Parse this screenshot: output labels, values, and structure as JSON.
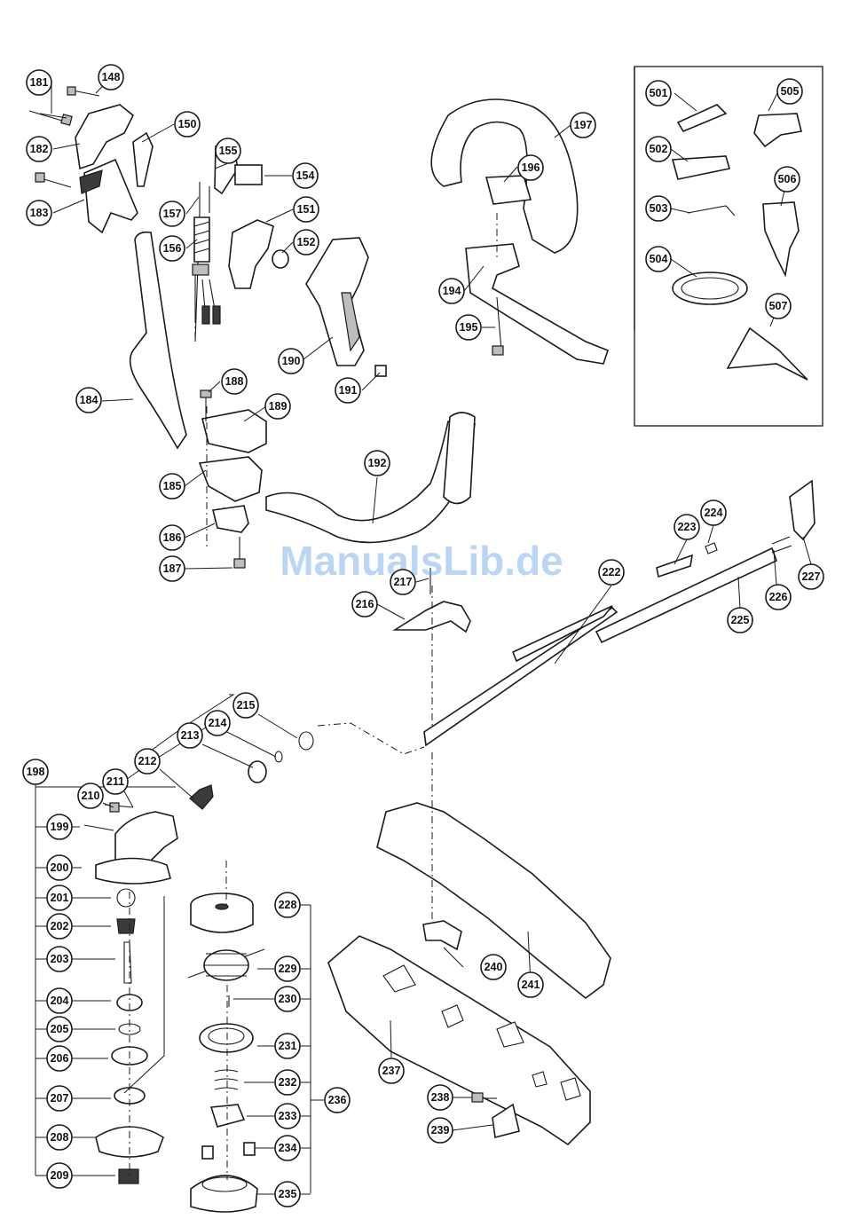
{
  "watermark": "ManualsLib.de",
  "callouts": [
    {
      "id": "181",
      "label": "181"
    },
    {
      "id": "148",
      "label": "148"
    },
    {
      "id": "150",
      "label": "150"
    },
    {
      "id": "182",
      "label": "182"
    },
    {
      "id": "183",
      "label": "183"
    },
    {
      "id": "155",
      "label": "155"
    },
    {
      "id": "154",
      "label": "154"
    },
    {
      "id": "157",
      "label": "157"
    },
    {
      "id": "151",
      "label": "151"
    },
    {
      "id": "156",
      "label": "156"
    },
    {
      "id": "152",
      "label": "152"
    },
    {
      "id": "190",
      "label": "190"
    },
    {
      "id": "191",
      "label": "191"
    },
    {
      "id": "184",
      "label": "184"
    },
    {
      "id": "188",
      "label": "188"
    },
    {
      "id": "189",
      "label": "189"
    },
    {
      "id": "185",
      "label": "185"
    },
    {
      "id": "186",
      "label": "186"
    },
    {
      "id": "187",
      "label": "187"
    },
    {
      "id": "192",
      "label": "192"
    },
    {
      "id": "197",
      "label": "197"
    },
    {
      "id": "196",
      "label": "196"
    },
    {
      "id": "194",
      "label": "194"
    },
    {
      "id": "195",
      "label": "195"
    },
    {
      "id": "501",
      "label": "501"
    },
    {
      "id": "505",
      "label": "505"
    },
    {
      "id": "502",
      "label": "502"
    },
    {
      "id": "506",
      "label": "506"
    },
    {
      "id": "503",
      "label": "503"
    },
    {
      "id": "504",
      "label": "504"
    },
    {
      "id": "507",
      "label": "507"
    },
    {
      "id": "224",
      "label": "224"
    },
    {
      "id": "223",
      "label": "223"
    },
    {
      "id": "222",
      "label": "222"
    },
    {
      "id": "217",
      "label": "217"
    },
    {
      "id": "216",
      "label": "216"
    },
    {
      "id": "225",
      "label": "225"
    },
    {
      "id": "226",
      "label": "226"
    },
    {
      "id": "227",
      "label": "227"
    },
    {
      "id": "215",
      "label": "215"
    },
    {
      "id": "214",
      "label": "214"
    },
    {
      "id": "213",
      "label": "213"
    },
    {
      "id": "212",
      "label": "212"
    },
    {
      "id": "211",
      "label": "211"
    },
    {
      "id": "210",
      "label": "210"
    },
    {
      "id": "198",
      "label": "198"
    },
    {
      "id": "199",
      "label": "199"
    },
    {
      "id": "200",
      "label": "200"
    },
    {
      "id": "201",
      "label": "201"
    },
    {
      "id": "202",
      "label": "202"
    },
    {
      "id": "203",
      "label": "203"
    },
    {
      "id": "204",
      "label": "204"
    },
    {
      "id": "205",
      "label": "205"
    },
    {
      "id": "206",
      "label": "206"
    },
    {
      "id": "207",
      "label": "207"
    },
    {
      "id": "208",
      "label": "208"
    },
    {
      "id": "209",
      "label": "209"
    },
    {
      "id": "228",
      "label": "228"
    },
    {
      "id": "229",
      "label": "229"
    },
    {
      "id": "230",
      "label": "230"
    },
    {
      "id": "231",
      "label": "231"
    },
    {
      "id": "232",
      "label": "232"
    },
    {
      "id": "233",
      "label": "233"
    },
    {
      "id": "234",
      "label": "234"
    },
    {
      "id": "235",
      "label": "235"
    },
    {
      "id": "236",
      "label": "236"
    },
    {
      "id": "240",
      "label": "240"
    },
    {
      "id": "241",
      "label": "241"
    },
    {
      "id": "237",
      "label": "237"
    },
    {
      "id": "238",
      "label": "238"
    },
    {
      "id": "239",
      "label": "239"
    }
  ]
}
